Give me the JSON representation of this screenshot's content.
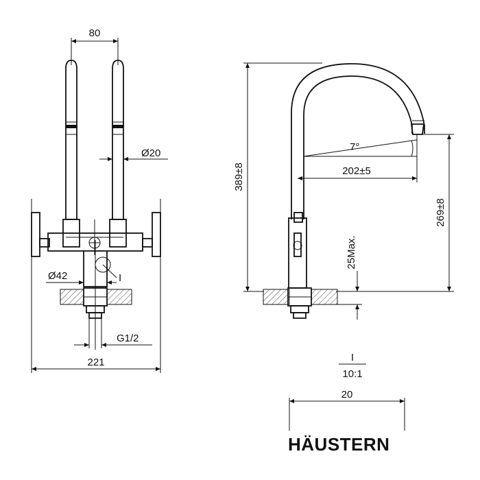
{
  "front_view": {
    "dim_handle_spacing": "80",
    "dim_tube_diameter": "Ø20",
    "dim_base_diameter": "Ø42",
    "detail_marker": "I",
    "dim_thread": "G1/2",
    "dim_total_width": "221"
  },
  "side_view": {
    "dim_total_height": "389±8",
    "dim_spout_angle": "7°",
    "dim_spout_reach": "202±5",
    "dim_spout_height": "269±8",
    "dim_deck_thickness": "25Max."
  },
  "detail": {
    "label": "I",
    "scale": "10:1",
    "dim_width": "20"
  },
  "brand": {
    "logo_text": "HÄUSTERN"
  }
}
